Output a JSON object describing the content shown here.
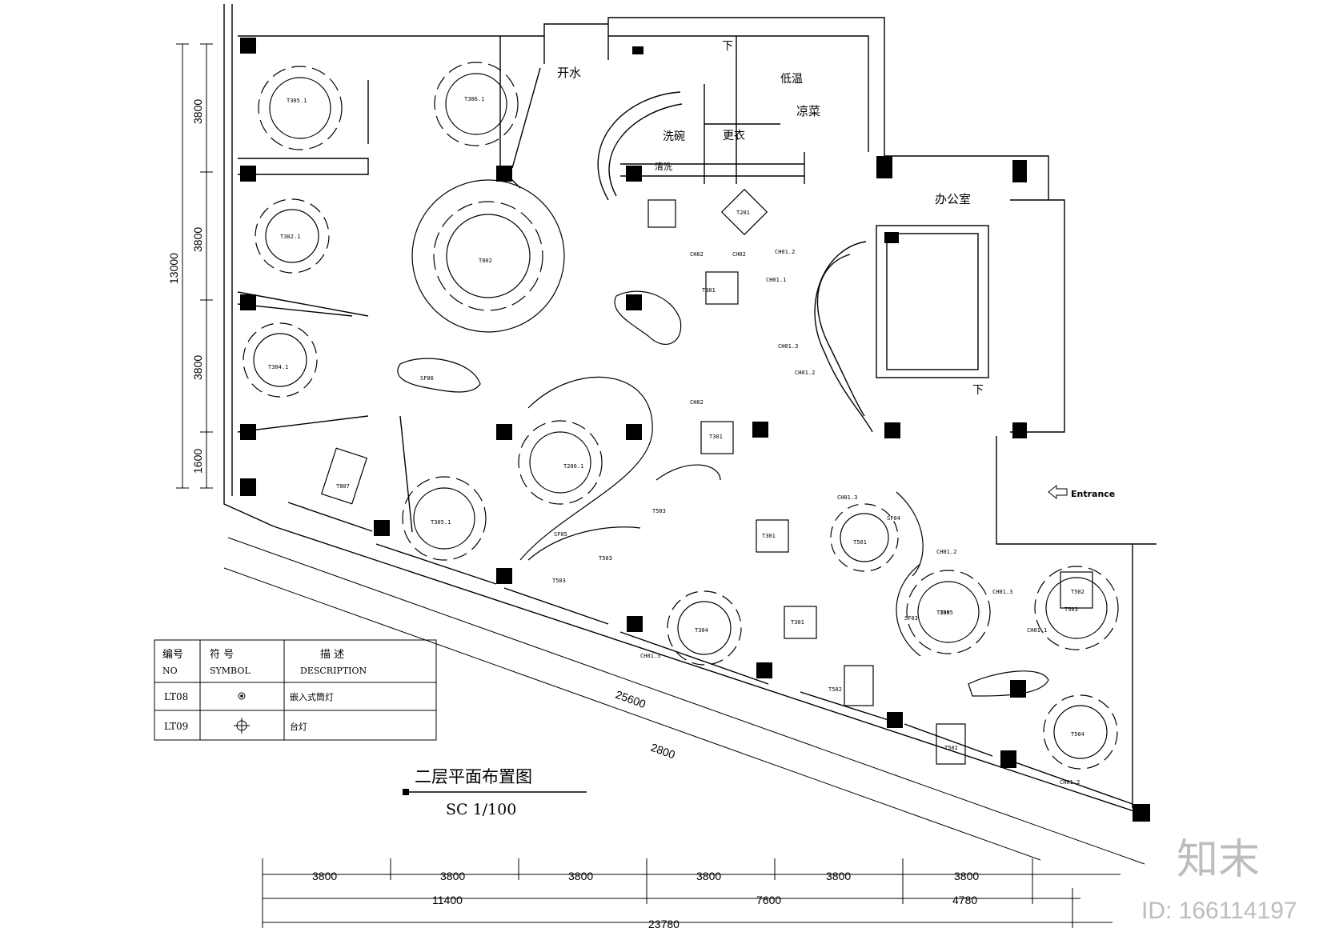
{
  "drawing": {
    "title": "二层平面布置图",
    "scale": "SC 1/100"
  },
  "rooms": {
    "boiling_water": "开水",
    "dish_washing": "洗碗",
    "changing": "更衣",
    "cold_dish": "凉菜",
    "low_temp": "低温",
    "office": "办公室",
    "down_upper": "下",
    "down_lower": "下",
    "sink": "清洗",
    "entrance": "Entrance"
  },
  "tables": [
    {
      "code": "T305.1"
    },
    {
      "code": "T306.1"
    },
    {
      "code": "T302.1"
    },
    {
      "code": "T802"
    },
    {
      "code": "T304.1"
    },
    {
      "code": "T206.1"
    },
    {
      "code": "T305.1"
    },
    {
      "code": "T807"
    },
    {
      "code": "T301"
    },
    {
      "code": "T201"
    },
    {
      "code": "T301"
    },
    {
      "code": "T301"
    },
    {
      "code": "T301"
    },
    {
      "code": "T501"
    },
    {
      "code": "T502"
    },
    {
      "code": "T505"
    },
    {
      "code": "T503"
    },
    {
      "code": "T504"
    },
    {
      "code": "T305"
    },
    {
      "code": "T304"
    },
    {
      "code": "T502"
    },
    {
      "code": "T502"
    },
    {
      "code": "T503"
    },
    {
      "code": "T503"
    },
    {
      "code": "T503"
    }
  ],
  "chairs": [
    "CH02",
    "CH02",
    "CH02",
    "CH01.2",
    "CH01.3",
    "CH01.1",
    "CH01.2",
    "CH01.3",
    "CH01.2",
    "CH01.1",
    "CH01.3",
    "CH01.2",
    "CH01.3"
  ],
  "seat_labels": {
    "sf05": "SF05",
    "sf04": "SF04",
    "sf03": "SF03",
    "sf06": "SF06"
  },
  "dimensions": {
    "left": [
      "3800",
      "3800",
      "3800",
      "1600"
    ],
    "left_total": "13000",
    "bottom_row1": [
      "3800",
      "3800",
      "3800",
      "3800",
      "3800",
      "3800"
    ],
    "bottom_row2": [
      "11400",
      "7600",
      "4780"
    ],
    "bottom_total": "23780",
    "diagonal_inner": "25600",
    "diagonal_outer": "2800"
  },
  "legend": {
    "headers": {
      "no_cn": "编号",
      "no_en": "NO",
      "symbol_cn": "符    号",
      "symbol_en": "SYMBOL",
      "desc_cn": "描    述",
      "desc_en": "DESCRIPTION"
    },
    "rows": [
      {
        "no": "LT08",
        "symbol": "downlight-icon",
        "desc": "嵌入式筒灯"
      },
      {
        "no": "LT09",
        "symbol": "crosshair-circle-icon",
        "desc": "台灯"
      }
    ]
  },
  "watermark": {
    "logo": "知末",
    "id": "ID: 166114197"
  },
  "colors": {
    "line": "#000000",
    "column": "#000000",
    "watermark": "#bdbdbd"
  }
}
